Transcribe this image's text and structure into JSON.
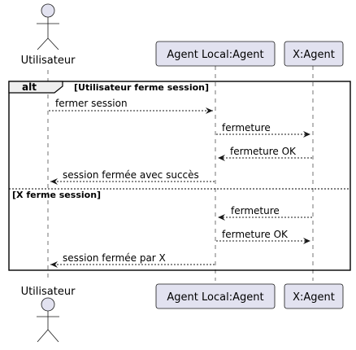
{
  "participants": {
    "user": "Utilisateur",
    "local": "Agent Local:Agent",
    "x": "X:Agent"
  },
  "fragment": {
    "keyword": "alt",
    "condition1": "[Utilisateur ferme session]",
    "condition2": "[X ferme session]"
  },
  "messages": {
    "m1": "fermer session",
    "m2": "fermeture",
    "m3": "fermeture OK",
    "m4": "session fermée avec succès",
    "m5": "fermeture",
    "m6": "fermeture OK",
    "m7": "session fermée par X"
  },
  "colors": {
    "participant_fill": "#e2e2f0",
    "participant_stroke": "#181818",
    "lifeline": "#181818"
  }
}
